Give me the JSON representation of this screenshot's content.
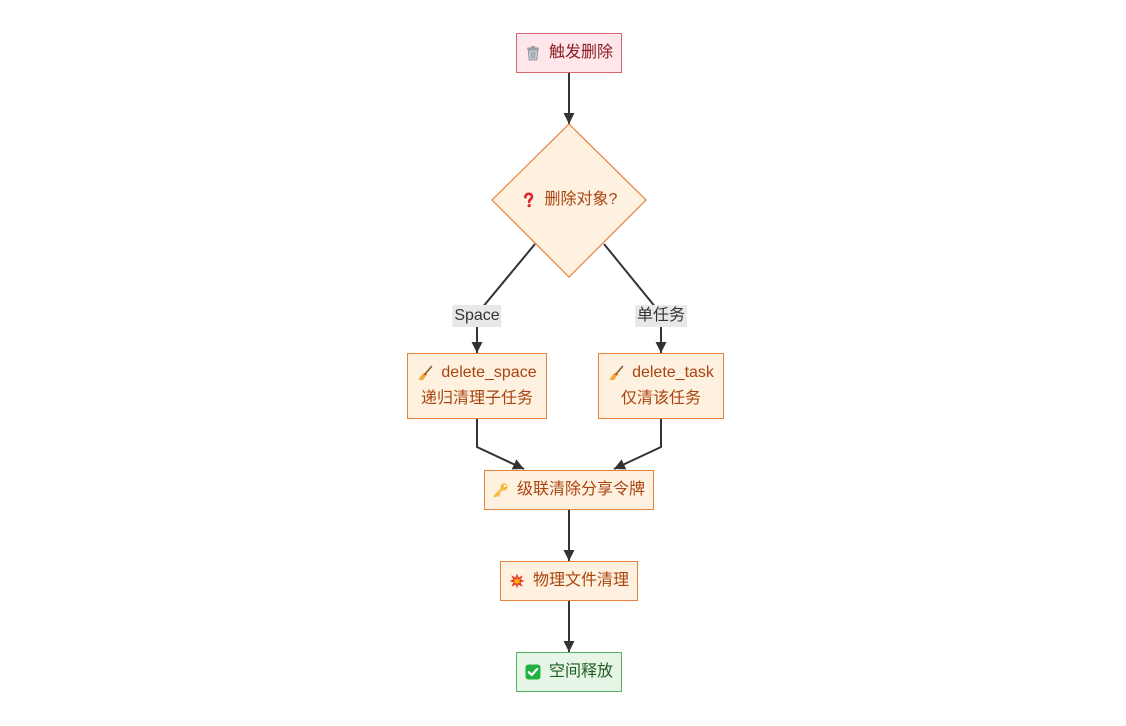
{
  "diagram": {
    "nodes": {
      "trigger": {
        "icon": "wastebasket-icon",
        "label": "触发删除"
      },
      "decision": {
        "icon": "red-question-mark-icon",
        "label": "删除对象?"
      },
      "delete_space": {
        "icon": "broom-icon",
        "title": "delete_space",
        "desc": "递归清理子任务"
      },
      "delete_task": {
        "icon": "broom-icon",
        "title": "delete_task",
        "desc": "仅清该任务"
      },
      "revoke_tokens": {
        "icon": "key-icon",
        "label": "级联清除分享令牌"
      },
      "file_cleanup": {
        "icon": "collision-icon",
        "label": "物理文件清理"
      },
      "space_freed": {
        "icon": "check-mark-button-icon",
        "label": "空间释放"
      }
    },
    "edge_labels": {
      "space": "Space",
      "single_task": "单任务"
    }
  },
  "colors": {
    "background": "#ffffff",
    "start_fill": "#ffe6ea",
    "start_stroke": "#d9636e",
    "start_text": "#8b1c22",
    "process_fill": "#fff1df",
    "process_stroke": "#e6823c",
    "process_text": "#a8440f",
    "end_fill": "#e6f5e6",
    "end_stroke": "#5bae5b",
    "end_text": "#1f5e22",
    "edge": "#333333",
    "edge_label_bg": "#e8e8e8",
    "edge_label_text": "#333333"
  }
}
